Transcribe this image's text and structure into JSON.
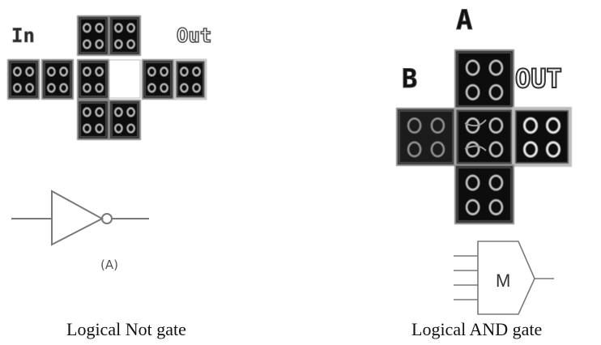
{
  "not_panel": {
    "input_label": "In",
    "output_label": "Out",
    "sublabel": "(A)",
    "caption": "Logical Not gate"
  },
  "and_panel": {
    "input_a_label": "A",
    "input_b_label": "B",
    "output_label": "OUT",
    "gate_symbol_letter": "M",
    "caption": "Logical AND gate"
  },
  "colors": {
    "tile_dark": "#0c0c0c",
    "tile_border": "#8a8a8a",
    "tile_outline": "#5a5a5a",
    "hole": "#cfcfcf",
    "gap_white": "#ffffff",
    "line": "#888888"
  }
}
